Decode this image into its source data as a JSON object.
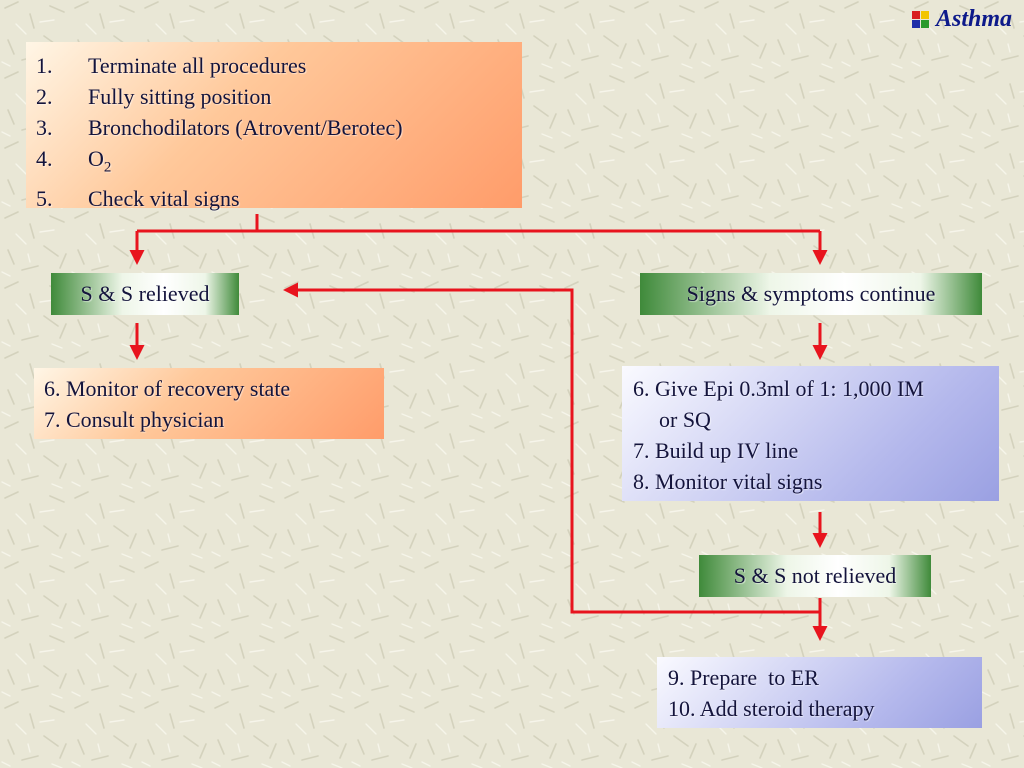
{
  "title": "Asthma",
  "initial_steps": [
    {
      "num": "1.",
      "text": "Terminate all procedures"
    },
    {
      "num": "2.",
      "text": "Fully sitting position"
    },
    {
      "num": "3.",
      "text": "Bronchodilators (Atrovent/Berotec)"
    },
    {
      "num": "4.",
      "text": "O",
      "sub": "2"
    },
    {
      "num": "5.",
      "text": "Check vital signs"
    }
  ],
  "relieved": {
    "label": "S & S relieved",
    "actions": [
      "6. Monitor of recovery state",
      "7. Consult physician"
    ]
  },
  "continue": {
    "label": "Signs & symptoms continue",
    "actions": [
      "6. Give Epi 0.3ml of 1: 1,000 IM",
      "or SQ",
      "7. Build up IV line",
      "8. Monitor vital signs"
    ]
  },
  "not_relieved": {
    "label": "S & S not relieved",
    "actions": [
      "9. Prepare  to ER",
      "10. Add steroid therapy"
    ]
  },
  "colors": {
    "arrow": "#e8141e",
    "text": "#14143c",
    "title": "#0d1a8a"
  }
}
